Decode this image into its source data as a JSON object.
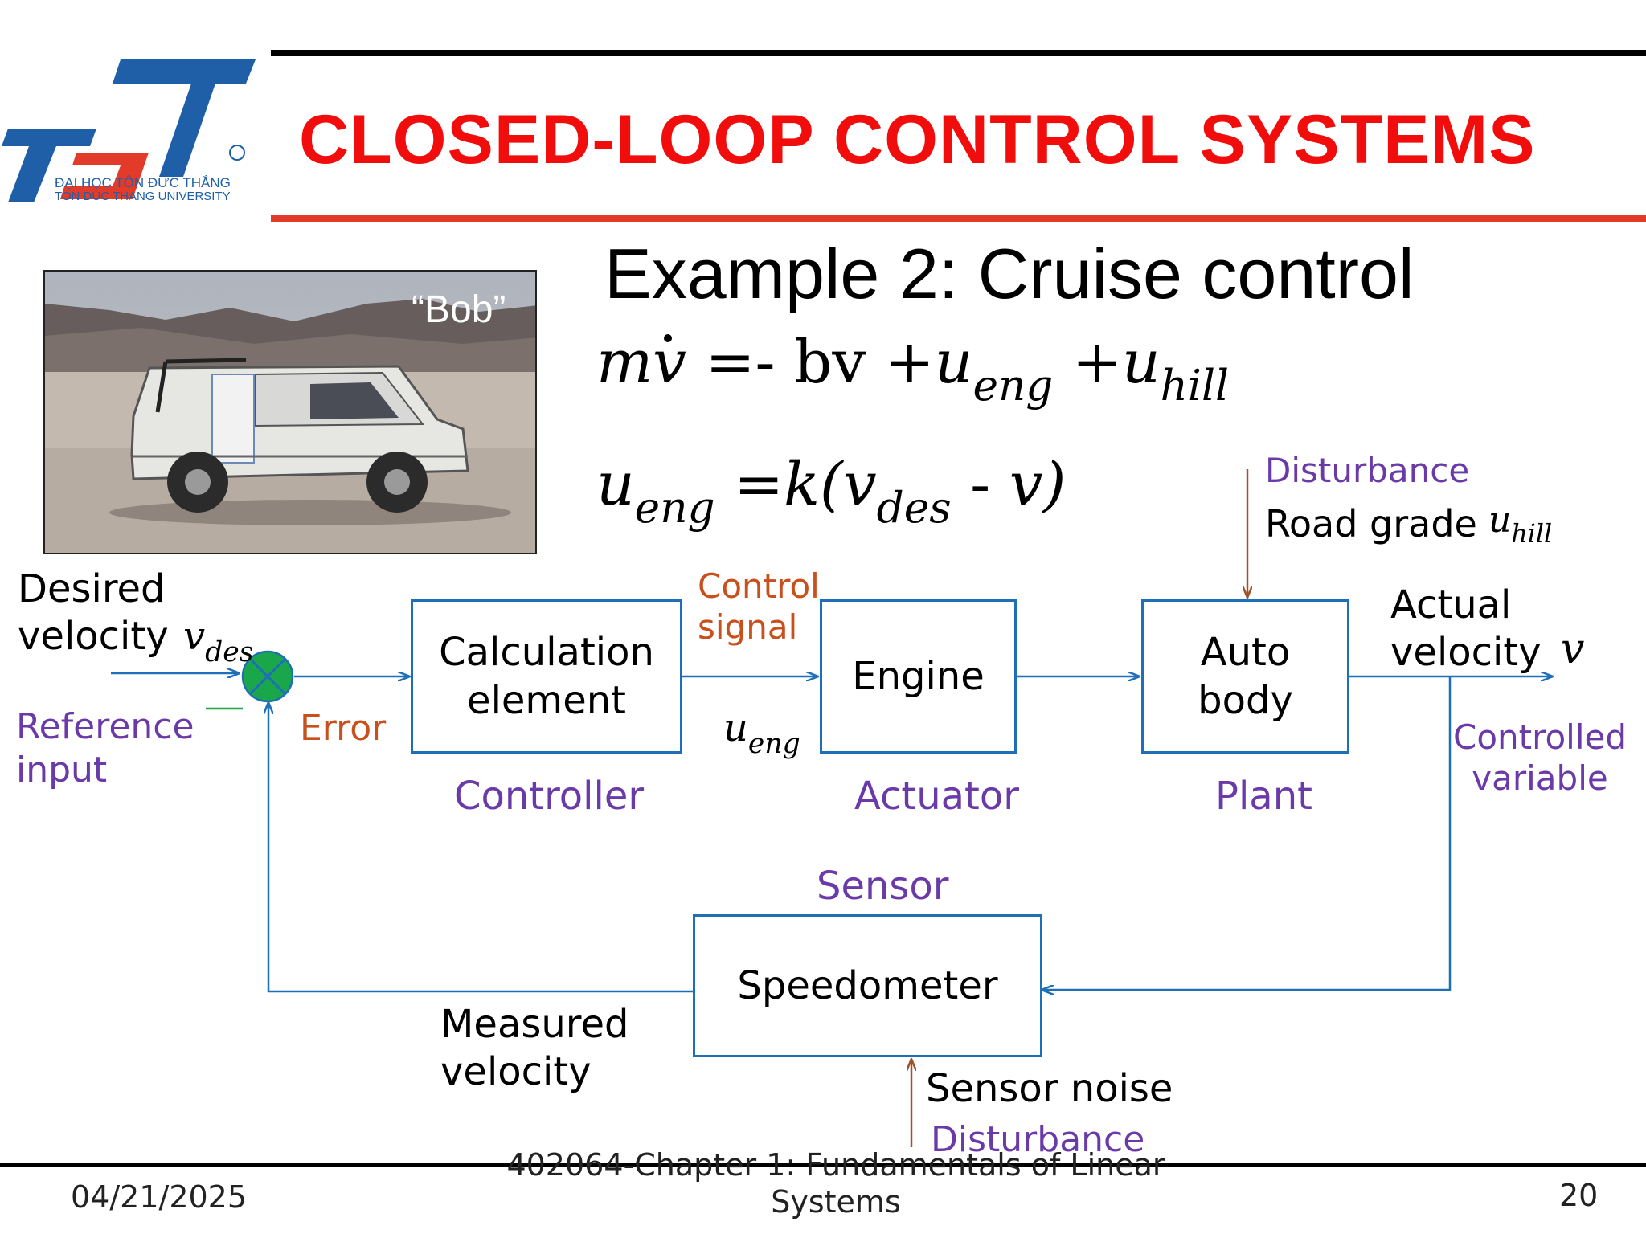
{
  "slide": {
    "title": "CLOSED-LOOP CONTROL SYSTEMS",
    "subtitle": "Example 2: Cruise control",
    "logo": {
      "letters": "TDT",
      "university_vi": "ĐẠI HỌC TÔN ĐỨC THẮNG",
      "university_en": "TON DUC THANG UNIVERSITY"
    },
    "photo": {
      "caption": "“Bob”"
    }
  },
  "equations": {
    "eq1": {
      "lhs": "mv",
      "rhs1": "=- bv",
      "plus1": "+",
      "u1": "u",
      "u1_sub": "eng",
      "plus2": "+",
      "u2": "u",
      "u2_sub": "hill"
    },
    "eq2": {
      "u": "u",
      "u_sub": "eng",
      "rhs_a": "=k(v",
      "rhs_sub": "des",
      "rhs_b": "-",
      "rhs_c": "v)"
    }
  },
  "diagram": {
    "blocks": {
      "controller": {
        "text_line1": "Calculation",
        "text_line2": "element",
        "role": "Controller"
      },
      "actuator": {
        "text": "Engine",
        "role": "Actuator"
      },
      "plant": {
        "text_line1": "Auto",
        "text_line2": "body",
        "role": "Plant"
      },
      "sensor": {
        "text": "Speedometer",
        "role": "Sensor"
      }
    },
    "labels": {
      "desired_line1": "Desired",
      "desired_line2": "velocity",
      "v_des_var": "v",
      "v_des_sub": "des",
      "reference_line1": "Reference",
      "reference_line2": "input",
      "error": "Error",
      "control_line1": "Control",
      "control_line2": "signal",
      "u_eng_var": "u",
      "u_eng_sub": "eng",
      "disturbance_top": "Disturbance",
      "road_grade": "Road grade",
      "u_hill_var": "u",
      "u_hill_sub": "hill",
      "actual_line1": "Actual",
      "actual_line2": "velocity",
      "v_var": "v",
      "controlled_line1": "Controlled",
      "controlled_line2": "variable",
      "measured_line1": "Measured",
      "measured_line2": "velocity",
      "sensor_noise": "Sensor noise",
      "disturbance_bottom": "Disturbance"
    },
    "colors": {
      "signal": "#1e6fb8",
      "disturbance": "#a0522d",
      "summing_junction": "#1aa64a",
      "role_text": "#6a3aa8",
      "signal_text": "#c8501c"
    }
  },
  "footer": {
    "date": "04/21/2025",
    "course_line1": "402064-Chapter 1: Fundamentals of Linear",
    "course_line2": "Systems",
    "page": "20"
  }
}
